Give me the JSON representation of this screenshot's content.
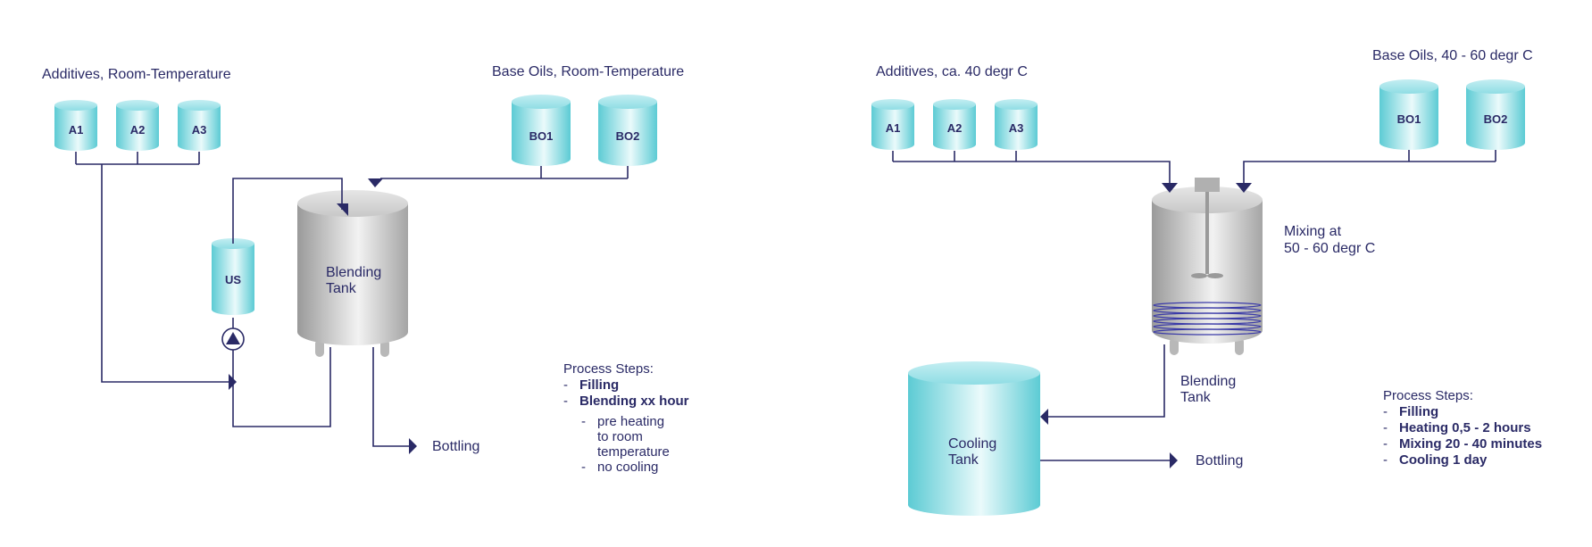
{
  "left": {
    "additives_label": "Additives, Room-Temperature",
    "base_oils_label": "Base Oils, Room-Temperature",
    "additive_tanks": [
      "A1",
      "A2",
      "A3"
    ],
    "base_oil_tanks": [
      "BO1",
      "BO2"
    ],
    "us_tank": "US",
    "blending_tank": [
      "Blending",
      "Tank"
    ],
    "bottling": "Bottling",
    "process": {
      "title": "Process Steps:",
      "steps": [
        "Filling",
        "Blending xx hour"
      ],
      "substeps": [
        "pre heating",
        "to room",
        "temperature",
        "no cooling"
      ]
    }
  },
  "right": {
    "additives_label": "Additives, ca. 40 degr C",
    "base_oils_label": "Base Oils, 40 - 60 degr C",
    "additive_tanks": [
      "A1",
      "A2",
      "A3"
    ],
    "base_oil_tanks": [
      "BO1",
      "BO2"
    ],
    "mixing": [
      "Mixing at",
      "50 - 60 degr C"
    ],
    "blending_tank": [
      "Blending",
      "Tank"
    ],
    "cooling_tank": [
      "Cooling",
      "Tank"
    ],
    "bottling": "Bottling",
    "process": {
      "title": "Process Steps:",
      "steps": [
        "Filling",
        "Heating 0,5 - 2 hours",
        "Mixing 20 - 40 minutes",
        "Cooling 1 day"
      ]
    }
  },
  "colors": {
    "line": "#2a2a66",
    "tank_teal": "#6fd0d8",
    "tank_grey": "#a9a9a9"
  }
}
